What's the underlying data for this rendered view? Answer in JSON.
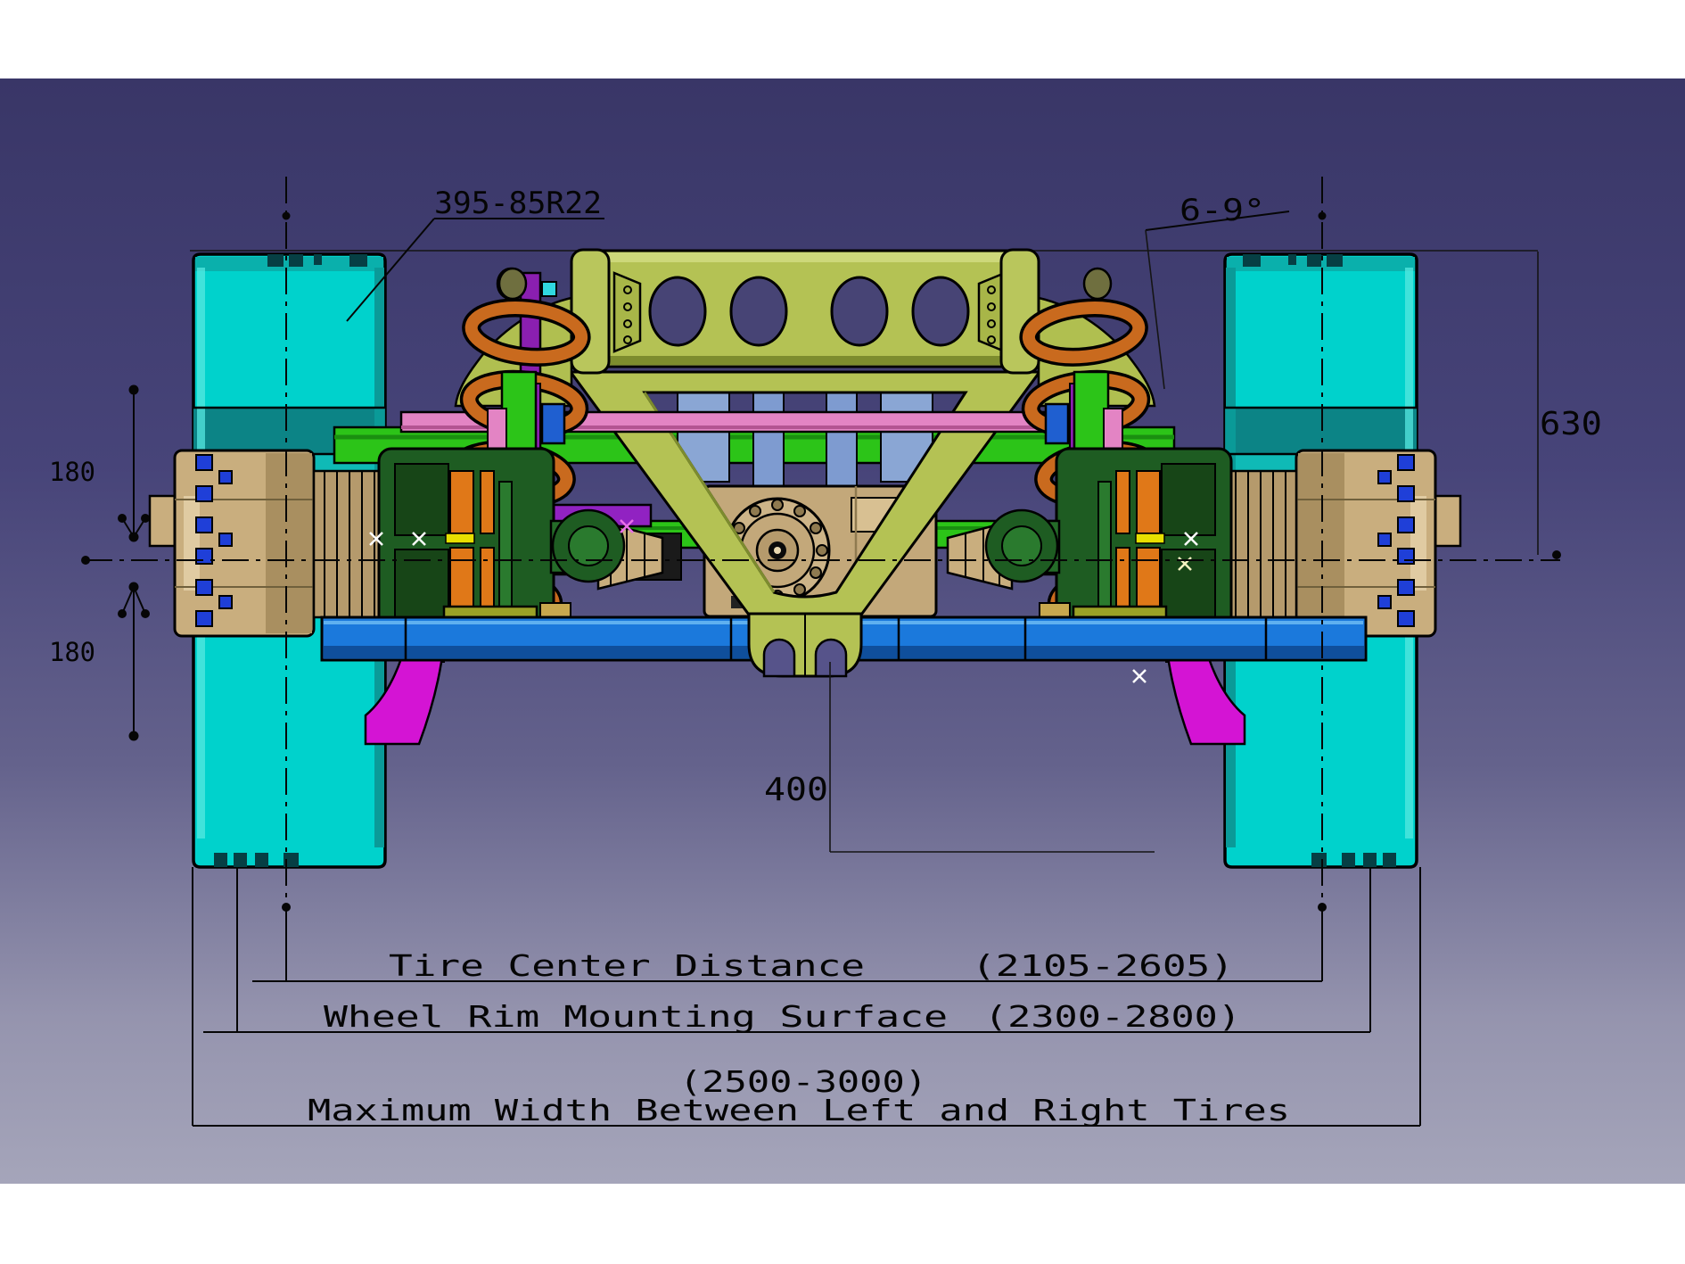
{
  "palette": {
    "bg_top": "#393667",
    "bg_mid": "#4b4880",
    "bg_low": "#77769b",
    "bg_bottom": "#a5a5ba",
    "tire": "#00d2cc",
    "tire_mid": "#0c8486",
    "tire_dim": "#0fbab6",
    "frame": "#b4c254",
    "frame_light": "#cdd87a",
    "frame_dark": "#7d8c2e",
    "arm_green": "#2cc418",
    "axle_blue": "#1b79dc",
    "axle_dark": "#0f4f9c",
    "spring_orange": "#c96a1e",
    "pink": "#e384c4",
    "magenta": "#d414d4",
    "tan": "#c9ae7e",
    "tan_dark": "#a98f60",
    "caliper": "#1e5c22",
    "steel": "#7e9bd0",
    "red": "#e01818",
    "yellow": "#ffd900",
    "purple": "#8a1fb0",
    "cyanjoint": "#30d8e0",
    "stud_blue": "#1f3fd8",
    "olive": "#bcc759",
    "ink": "#060606"
  },
  "dimensions": {
    "tire_size": "395-85R22",
    "camber_angle": "6-9°",
    "ride_height": "630",
    "upper_offset": "180",
    "lower_offset": "180",
    "center_width": "400",
    "tire_center_distance_label": "Tire Center Distance",
    "tire_center_distance_range": "(2105-2605)",
    "wheel_rim_label": "Wheel Rim Mounting Surface",
    "wheel_rim_range": "(2300-2800)",
    "max_width_range": "(2500-3000)",
    "max_width_label": "Maximum Width Between Left and Right Tires"
  }
}
